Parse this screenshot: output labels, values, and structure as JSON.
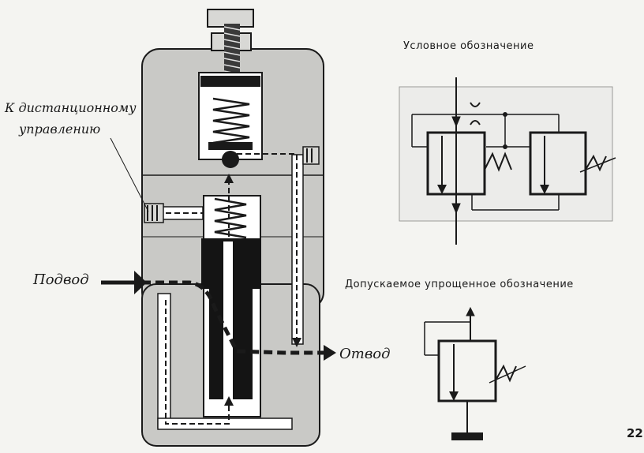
{
  "labels": {
    "remote_line1": "К дистанционному",
    "remote_line2": "управлению",
    "supply": "Подвод",
    "drain": "Отвод",
    "symbol_title": "Условное обозначение",
    "simplified_title": "Допускаемое упрощенное обозначение",
    "page_number": "22"
  },
  "colors": {
    "body": "#c9c9c6",
    "ink": "#1a1a1a",
    "channel": "#ffffff",
    "spool": "#141414",
    "paper": "#f4f4f1"
  }
}
